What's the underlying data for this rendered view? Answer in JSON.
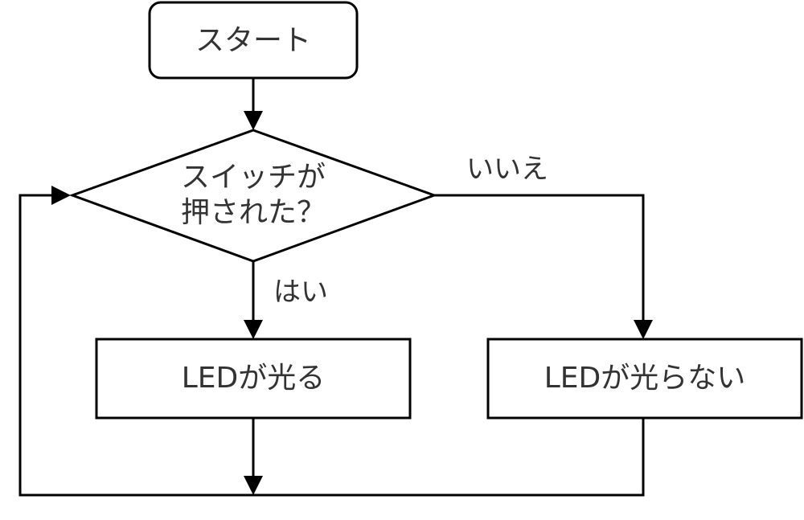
{
  "nodes": {
    "start": {
      "label": "スタート"
    },
    "decision": {
      "line1": "スイッチが",
      "line2": "押された？"
    },
    "led_on": {
      "label": "LEDが光る"
    },
    "led_off": {
      "label": "LEDが光らない"
    }
  },
  "edges": {
    "yes_label": "はい",
    "no_label": "いいえ"
  },
  "colors": {
    "stroke": "#000000",
    "fill": "#ffffff",
    "text": "#333333"
  }
}
